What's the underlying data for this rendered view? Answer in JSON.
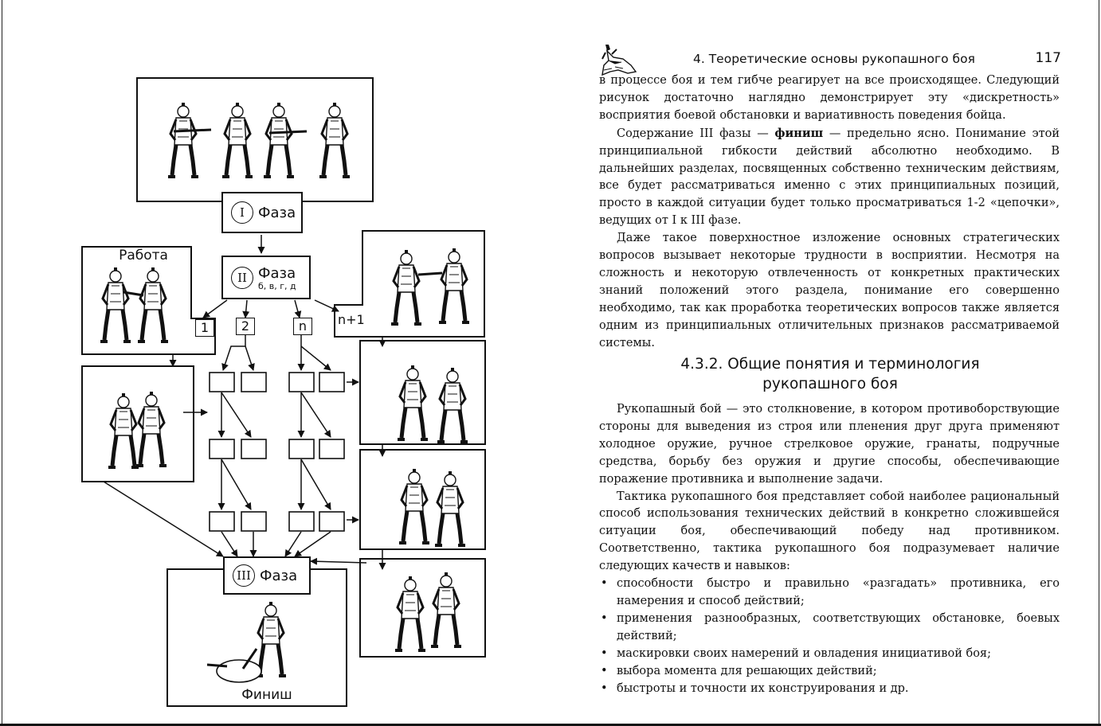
{
  "diagram": {
    "work_label": "Работа",
    "phase1": {
      "roman": "I",
      "label": "Фаза"
    },
    "phase2": {
      "roman": "II",
      "label": "Фаза",
      "sub": "б, в, г, д"
    },
    "phase3": {
      "roman": "III",
      "label": "Фаза"
    },
    "branch_tags": [
      "1",
      "2",
      "n",
      "n+1"
    ],
    "finish_label": "Финиш"
  },
  "right_page": {
    "header_title": "4. Теоретические основы рукопашного боя",
    "page_number": "117",
    "p1": "в процессе боя и тем гибче реагирует на все происходящее. Следующий рисунок достаточно наглядно демонстрирует эту «дискретность» восприятия боевой обстановки и вариативность поведения бойца.",
    "p2_before": "Содержание III фазы — ",
    "p2_bold": "финиш",
    "p2_after": " — предельно ясно. Понимание этой принципиальной гибкости действий абсолютно необходимо. В дальнейших разделах, посвященных собственно техническим действиям, все будет рассматриваться именно с этих принципиальных позиций, просто в каждой ситуации будет только просматриваться 1-2 «цепочки», ведущих от I к III фазе.",
    "p3": "Даже такое поверхностное изложение основных стратегических вопросов вызывает некоторые трудности в восприятии. Несмотря на сложность и некоторую отвлеченность от конкретных практических знаний положений этого раздела, понимание его совершенно необходимо, так как проработка теоретических вопросов также является одним из принципиальных отличительных признаков рассматриваемой системы.",
    "section_heading_line1": "4.3.2. Общие понятия и терминология",
    "section_heading_line2": "рукопашного боя",
    "p4": "Рукопашный бой — это столкновение, в котором противоборствующие стороны для выведения из строя или пленения друг друга применяют холодное оружие, ручное стрелковое оружие, гранаты, подручные средства, борьбу без оружия и другие способы, обеспечивающие поражение противника и выполнение задачи.",
    "p5": "Тактика рукопашного боя представляет собой наиболее рациональный способ использования технических действий в конкретно сложившейся ситуации боя, обеспечивающий победу над противником. Соответственно, тактика рукопашного боя подразумевает наличие следующих качеств и навыков:",
    "bullets": [
      "способности быстро и правильно «разгадать» противника, его намерения и способ действий;",
      "применения разнообразных, соответствующих обстановке, боевых действий;",
      "маскировки своих намерений и овладения инициативой боя;",
      "выбора момента для решающих действий;",
      "быстроты и точности их конструирования и др."
    ]
  }
}
